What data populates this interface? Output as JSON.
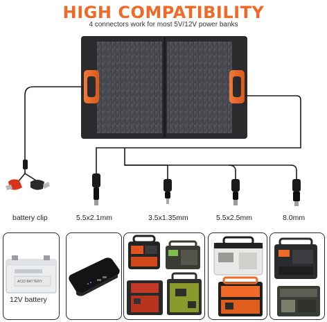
{
  "header": {
    "title": "HIGH COMPATIBILITY",
    "subtitle": "4 connectors work for most 5V/12V power banks"
  },
  "connectors": [
    {
      "label": "battery clip",
      "icon": "alligator-clip-icon"
    },
    {
      "label": "5.5x2.1mm",
      "icon": "dc-plug-icon"
    },
    {
      "label": "3.5x1.35mm",
      "icon": "dc-plug-icon"
    },
    {
      "label": "5.5x2.5mm",
      "icon": "dc-plug-icon"
    },
    {
      "label": "8.0mm",
      "icon": "dc-plug-icon"
    }
  ],
  "devices": {
    "battery_label": "12V battery",
    "battery_caption": "ACID BATTERY"
  },
  "colors": {
    "accent": "#ee6a26",
    "panel": "#2b2b2d",
    "cell": "#4a4c52",
    "cable": "#1a1a1a"
  }
}
